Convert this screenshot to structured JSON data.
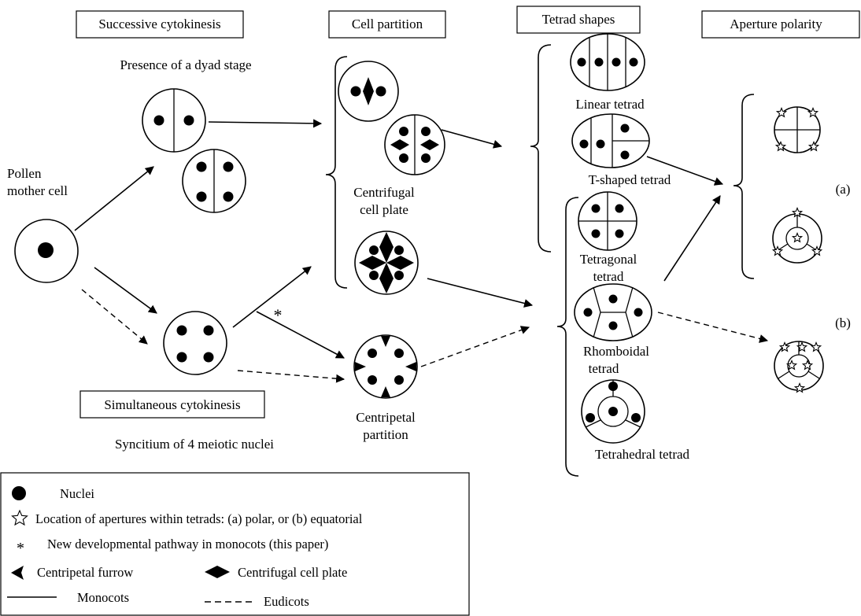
{
  "headers": {
    "successive": "Successive cytokinesis",
    "cell_partition": "Cell partition",
    "tetrad_shapes": "Tetrad shapes",
    "aperture_polarity": "Aperture polarity",
    "simultaneous": "Simultaneous cytokinesis"
  },
  "labels": {
    "dyad_stage": "Presence of a dyad stage",
    "pollen_mother_cell_line1": "Pollen",
    "pollen_mother_cell_line2": "mother cell",
    "syncitium": "Syncitium of 4 meiotic nuclei",
    "centrifugal_line1": "Centrifugal",
    "centrifugal_line2": "cell plate",
    "centripetal_line1": "Centripetal",
    "centripetal_line2": "partition",
    "linear": "Linear tetrad",
    "tshaped": "T-shaped tetrad",
    "tetragonal_line1": "Tetragonal",
    "tetragonal_line2": "tetrad",
    "rhomboidal_line1": "Rhomboidal",
    "rhomboidal_line2": "tetrad",
    "tetrahedral": "Tetrahedral tetrad",
    "polar_tag": "(a)",
    "equatorial_tag": "(b)",
    "asterisk": "*"
  },
  "legend": [
    {
      "symbol": "nucleus",
      "text": "Nuclei"
    },
    {
      "symbol": "star",
      "text": "Location of apertures within tetrads: (a) polar, or (b) equatorial"
    },
    {
      "symbol": "asterisk",
      "text": "New developmental pathway in monocots (this paper)"
    },
    {
      "symbol": "centripetal-furrow",
      "text": "Centripetal furrow"
    },
    {
      "symbol": "centrifugal-plate",
      "text": "Centrifugal cell plate"
    },
    {
      "symbol": "solid-line",
      "text": "Monocots"
    },
    {
      "symbol": "dashed-line",
      "text": "Eudicots"
    }
  ]
}
